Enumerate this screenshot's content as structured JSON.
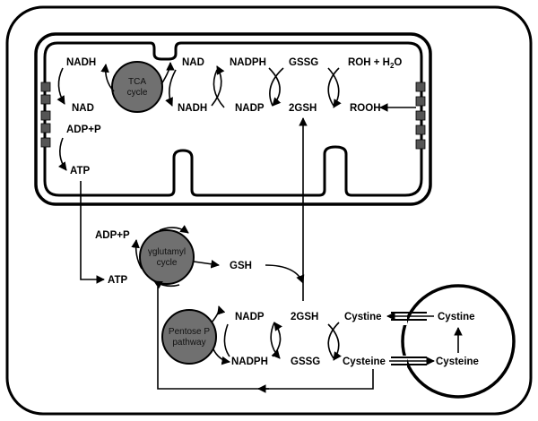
{
  "mitochondrion": {
    "nadh_top": "NADH",
    "nad_left": "NAD",
    "tca_line1": "TCA",
    "tca_line2": "cycle",
    "nad_right": "NAD",
    "nadh_right": "NADH",
    "nadph": "NADPH",
    "nadp": "NADP",
    "gssg": "GSSG",
    "gsh2": "2GSH",
    "roh": "ROH + H",
    "roh_sub": "2",
    "roh_o": "O",
    "rooh": "ROOH",
    "adp": "ADP+P",
    "atp": "ATP"
  },
  "cytosol": {
    "adp": "ADP+P",
    "atp": "ATP",
    "glut_line1": "γglutamyl",
    "glut_line2": "cycle",
    "gsh": "GSH",
    "pp_line1": "Pentose P",
    "pp_line2": "pathway",
    "nadp": "NADP",
    "nadph": "NADPH",
    "gsh2": "2GSH",
    "gssg": "GSSG",
    "cystine": "Cystine",
    "cysteine": "Cysteine"
  },
  "extracellular": {
    "cystine": "Cystine",
    "cysteine": "Cysteine"
  }
}
